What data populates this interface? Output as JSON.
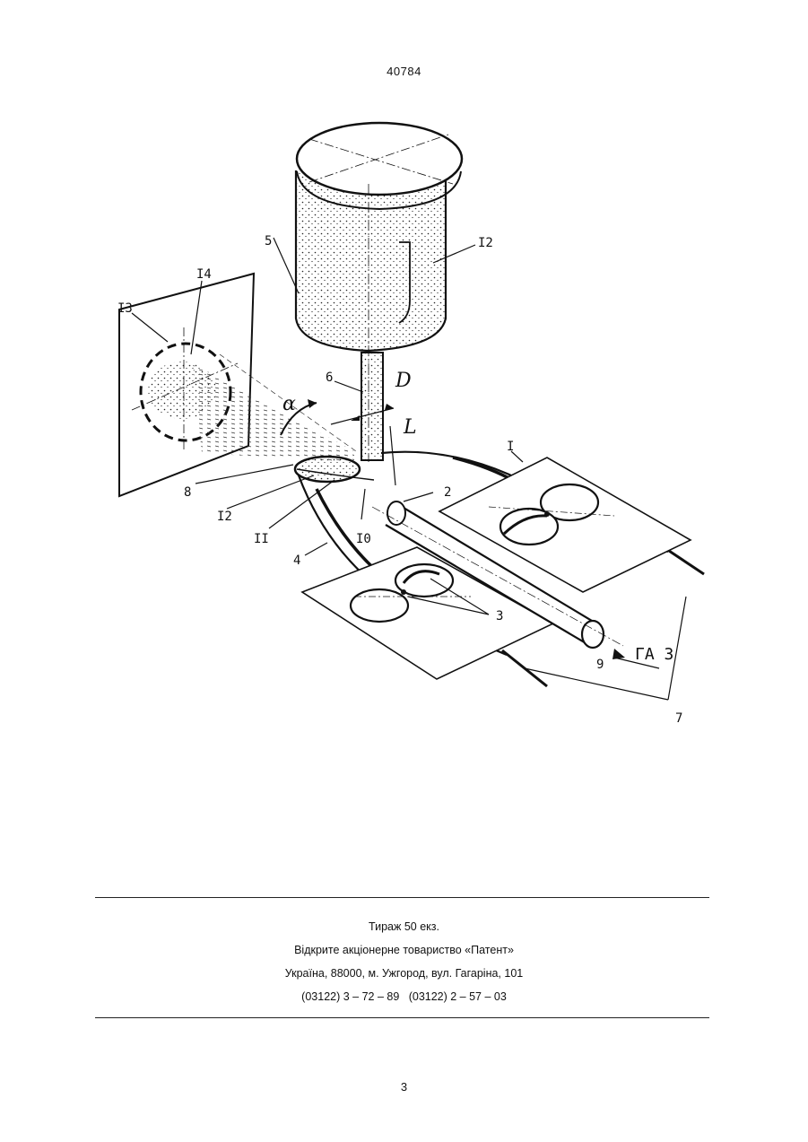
{
  "header": {
    "document_number": "40784"
  },
  "figure": {
    "labels": {
      "l5": "5",
      "l12_top": "I2",
      "l13": "I3",
      "l14": "I4",
      "l6": "6",
      "lD": "D",
      "lalpha": "α",
      "lL": "L",
      "l8": "8",
      "l12_bottom": "I2",
      "l11": "II",
      "l10": "I0",
      "l4": "4",
      "l2": "2",
      "l1": "I",
      "l3": "3",
      "l9": "9",
      "l7": "7",
      "lGA3": "ГA 3"
    }
  },
  "imprint": {
    "line1": "Тираж 50 екз.",
    "line2": "Відкрите акціонерне товариство «Патент»",
    "line3": "Україна, 88000, м. Ужгород, вул. Гагаріна, 101",
    "line4": "(03122) 3 – 72 – 89   (03122) 2 – 57 – 03"
  },
  "footer": {
    "page_number": "3"
  }
}
